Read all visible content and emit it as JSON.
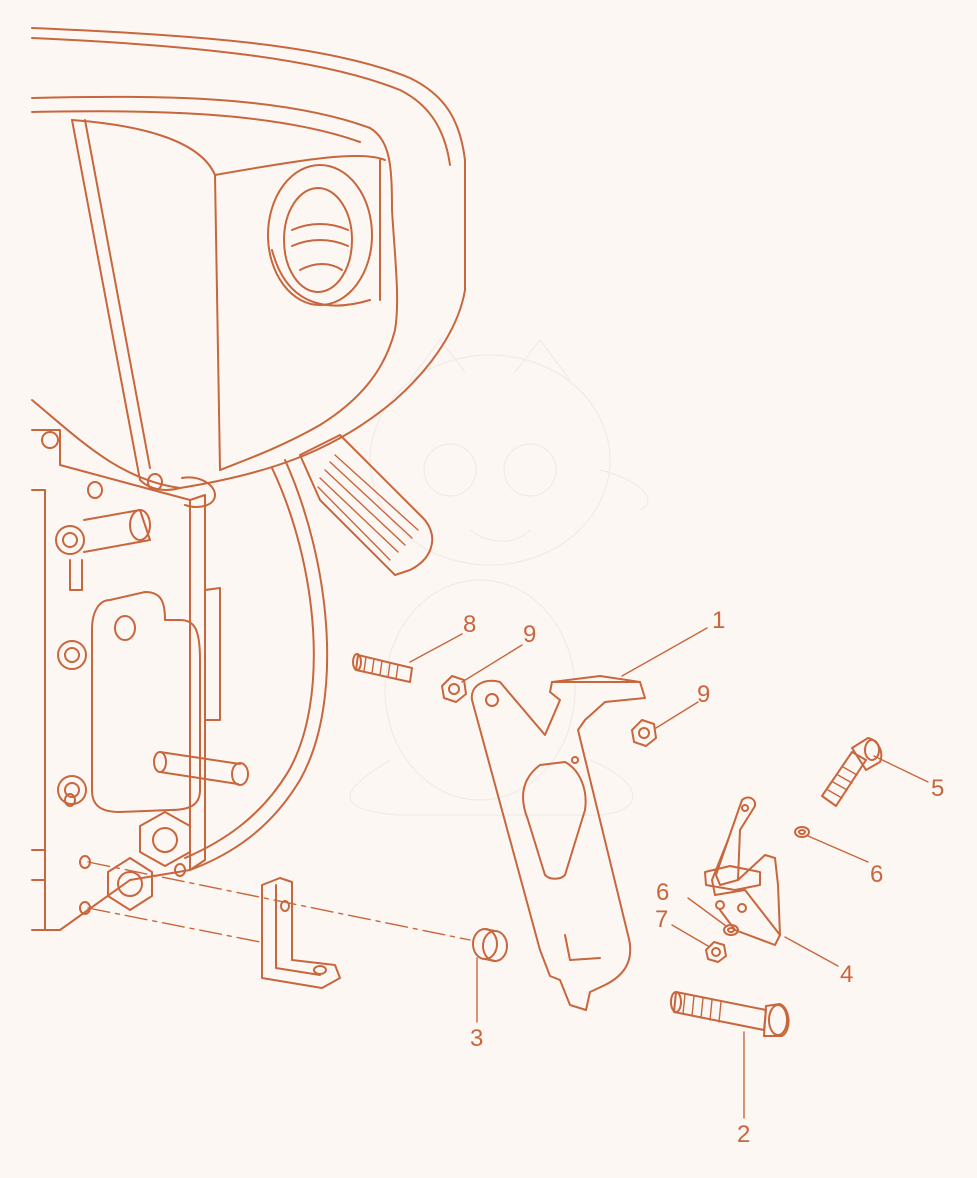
{
  "colors": {
    "background": "#fdf7f3",
    "line": "#c8663d",
    "watermark": "#9a9a9a"
  },
  "callouts": {
    "c1": "1",
    "c2": "2",
    "c3": "3",
    "c4": "4",
    "c5": "5",
    "c6a": "6",
    "c6b": "6",
    "c7": "7",
    "c8": "8",
    "c9a": "9",
    "c9b": "9"
  }
}
